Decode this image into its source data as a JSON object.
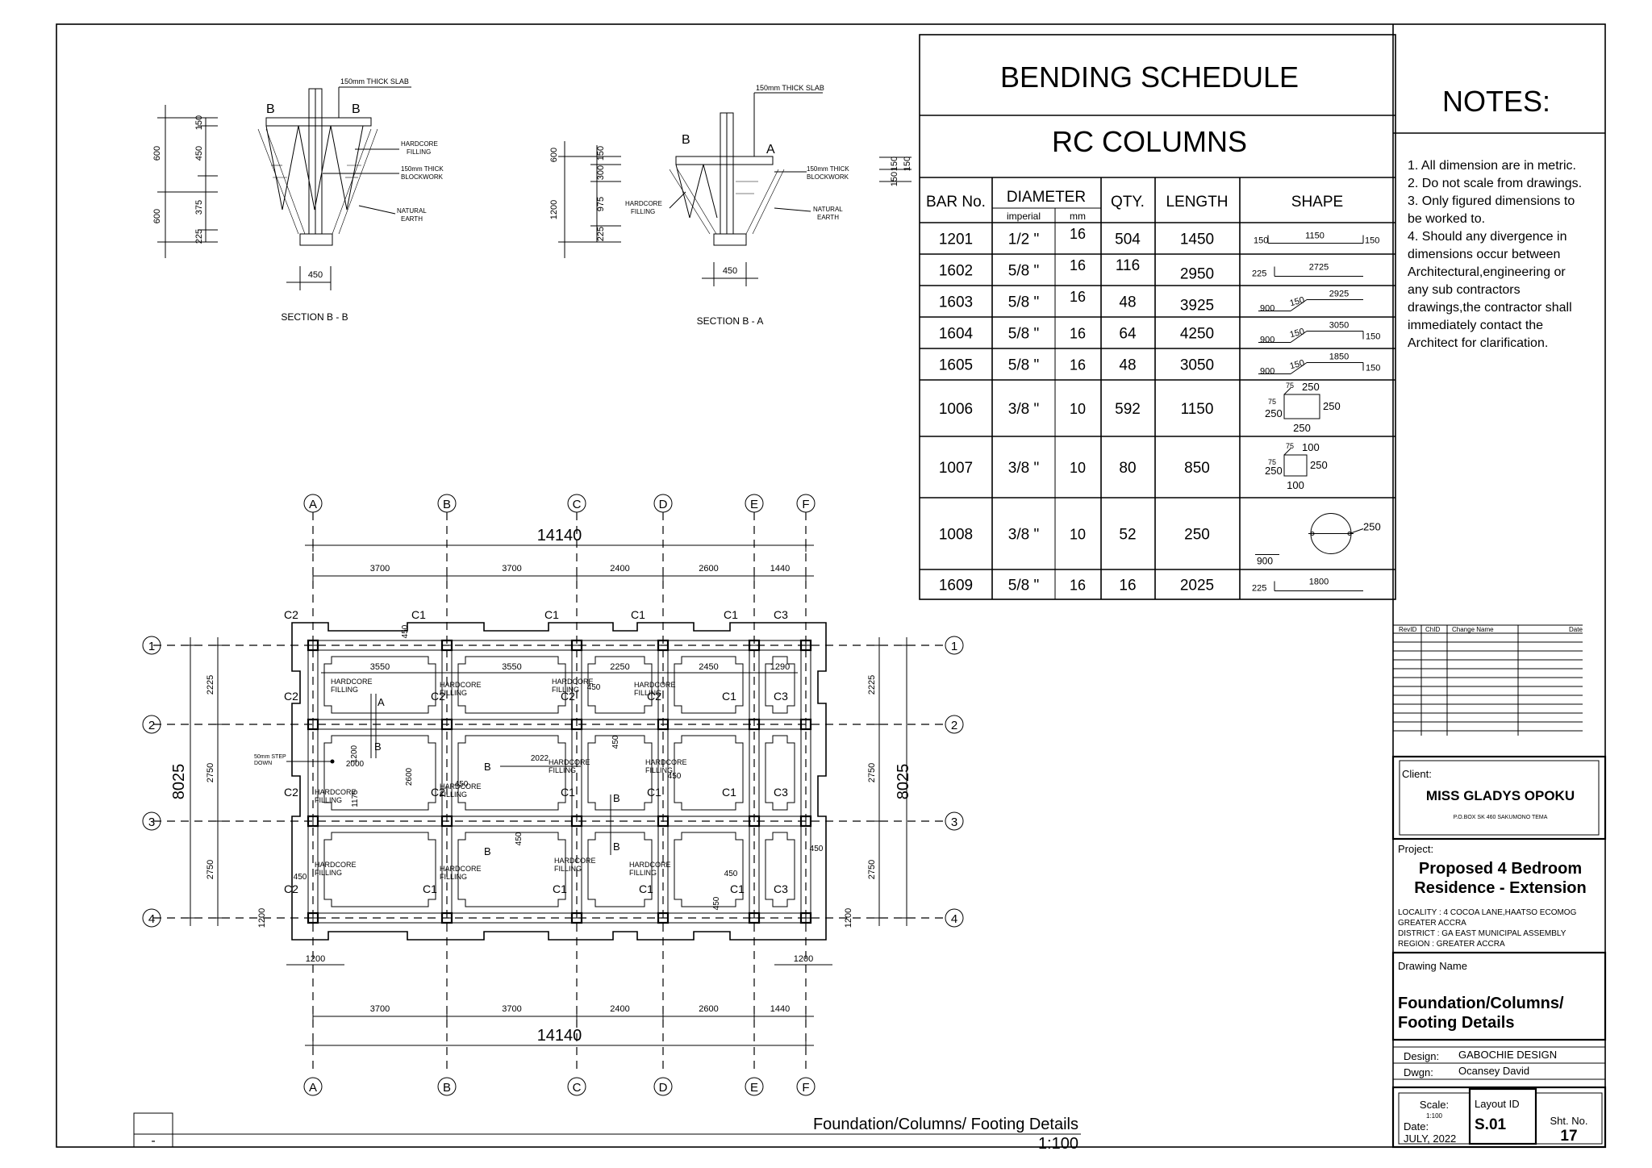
{
  "sections": {
    "bb": {
      "title": "SECTION  B - B",
      "labels": {
        "slab": "150mm THICK SLAB",
        "hardcore": [
          "HARDCORE",
          "FILLING"
        ],
        "blockwork": [
          "150mm THICK",
          "BLOCKWORK"
        ],
        "earth": [
          "NATURAL",
          "EARTH"
        ]
      },
      "dims": {
        "d600a": "600",
        "d600b": "600",
        "d150": "150",
        "d450": "450",
        "d375": "375",
        "d225": "225",
        "width": "450"
      },
      "markers": [
        "B",
        "B"
      ]
    },
    "ba": {
      "title": "SECTION  B - A",
      "labels": {
        "slab": "150mm THICK SLAB",
        "hardcore": [
          "HARDCORE",
          "FILLING"
        ],
        "blockwork": [
          "150mm THICK",
          "BLOCKWORK"
        ],
        "earth": [
          "NATURAL",
          "EARTH"
        ]
      },
      "dims": {
        "d600": "600",
        "d1200": "1200",
        "d150": "150",
        "d300": "300",
        "d975": "975",
        "d225": "225",
        "width": "450",
        "r150a": "150",
        "r150b": "150",
        "r150c": "150"
      },
      "markers": [
        "B",
        "A"
      ]
    }
  },
  "schedule": {
    "title": "BENDING  SCHEDULE",
    "subtitle": "RC  COLUMNS",
    "headers": {
      "bar_no": "BAR  No.",
      "diameter": "DIAMETER",
      "imperial": "imperial",
      "mm": "mm",
      "qty": "QTY.",
      "length": "LENGTH",
      "shape": "SHAPE"
    },
    "rows": [
      {
        "bar": "1201",
        "imperial": "1/2 \"",
        "mm": "16",
        "qty": "504",
        "length": "1450",
        "shape": "straight-hooks",
        "s": [
          "150",
          "1150",
          "150"
        ]
      },
      {
        "bar": "1602",
        "imperial": "5/8 \"",
        "mm": "16",
        "qty": "116",
        "length": "2950",
        "shape": "L",
        "s": [
          "225",
          "2725"
        ]
      },
      {
        "bar": "1603",
        "imperial": "5/8 \"",
        "mm": "16",
        "qty": "48",
        "length": "3925",
        "shape": "crank",
        "s": [
          "2925",
          "900",
          "150"
        ]
      },
      {
        "bar": "1604",
        "imperial": "5/8 \"",
        "mm": "16",
        "qty": "64",
        "length": "4250",
        "shape": "crank-hook",
        "s": [
          "3050",
          "900",
          "150",
          "150"
        ]
      },
      {
        "bar": "1605",
        "imperial": "5/8 \"",
        "mm": "16",
        "qty": "48",
        "length": "3050",
        "shape": "crank-hook",
        "s": [
          "1850",
          "900",
          "150",
          "150"
        ]
      },
      {
        "bar": "1006",
        "imperial": "3/8 \"",
        "mm": "10",
        "qty": "592",
        "length": "1150",
        "shape": "stirrup",
        "s": [
          "75",
          "250",
          "75",
          "250",
          "250",
          "250"
        ]
      },
      {
        "bar": "1007",
        "imperial": "3/8 \"",
        "mm": "10",
        "qty": "80",
        "length": "850",
        "shape": "stirrup",
        "s": [
          "75",
          "100",
          "75",
          "250",
          "250",
          "100"
        ]
      },
      {
        "bar": "1008",
        "imperial": "3/8 \"",
        "mm": "10",
        "qty": "52",
        "length": "250",
        "shape": "circle",
        "s": [
          "250",
          "900"
        ]
      },
      {
        "bar": "1609",
        "imperial": "5/8 \"",
        "mm": "16",
        "qty": "16",
        "length": "2025",
        "shape": "L",
        "s": [
          "225",
          "1800"
        ]
      }
    ]
  },
  "notes": {
    "title": "NOTES:",
    "lines": [
      "1. All dimension are in metric.",
      "2. Do not scale from drawings.",
      "3. Only figured dimensions to",
      "be worked to.",
      "4. Should any divergence in",
      "dimensions occur between",
      "Architectural,engineering or",
      "any sub contractors",
      "drawings,the contractor shall",
      "immediately contact the",
      "Architect for clarification."
    ]
  },
  "revisions": {
    "headers": [
      "RevID",
      "ChID",
      "Change Name",
      "Date"
    ]
  },
  "title_block": {
    "client_label": "Client:",
    "client_name": "MISS GLADYS OPOKU",
    "client_address": "P.O.BOX SK 460 SAKUMONO TEMA",
    "project_label": "Project:",
    "project_name_1": "Proposed 4 Bedroom",
    "project_name_2": "Residence - Extension",
    "locality": "LOCALITY :  4 COCOA LANE,HAATSO ECOMOG",
    "locality_2": "GREATER ACCRA",
    "district": "DISTRICT   : GA EAST MUNICIPAL ASSEMBLY",
    "region": "REGION    : GREATER ACCRA",
    "drawing_name_label": "Drawing Name",
    "drawing_name_1": "Foundation/Columns/",
    "drawing_name_2": "Footing Details",
    "design_label": "Design:",
    "design_value": "GABOCHIE DESIGN",
    "dwgn_label": "Dwgn:",
    "dwgn_value": "Ocansey David",
    "scale_label": "Scale:",
    "scale_value": "1:100",
    "date_label": "Date:",
    "date_value": "JULY, 2022",
    "layout_label": "Layout ID",
    "layout_value": "S.01",
    "sheet_label": "Sht. No.",
    "sheet_value": "17"
  },
  "plan": {
    "grid_cols": [
      "A",
      "B",
      "C",
      "D",
      "E",
      "F"
    ],
    "grid_rows": [
      "1",
      "2",
      "3",
      "4"
    ],
    "overall_width": "14140",
    "overall_depth": "8025",
    "bay_widths": [
      "3700",
      "3700",
      "2400",
      "2600",
      "1440"
    ],
    "inner_widths": [
      "3550",
      "3550",
      "2250",
      "2450",
      "1290"
    ],
    "row_spans": [
      "2225",
      "2750",
      "2750"
    ],
    "edge_1200": "1200",
    "col_types_row1": [
      "C2",
      "C1",
      "C1",
      "C1",
      "C1",
      "C3"
    ],
    "col_types_row2": [
      "C2",
      "C2",
      "C2",
      "C2",
      "C1",
      "C3"
    ],
    "col_types_row3": [
      "C2",
      "C2",
      "C1",
      "C1",
      "C1",
      "C3"
    ],
    "col_types_row4": [
      "C2",
      "C1",
      "C1",
      "C1",
      "C1",
      "C3"
    ],
    "hardcore": [
      "HARDCORE",
      "FILLING"
    ],
    "step_note": [
      "50mm STEP",
      "DOWN"
    ],
    "misc": {
      "d450": "450",
      "d2022": "2022",
      "d2600": "2600",
      "d2000": "2000",
      "d1200": "1200",
      "d1175": "1175",
      "sA": "A",
      "sB": "B"
    }
  },
  "footer": {
    "caption": "Foundation/Columns/ Footing Details",
    "scale": "1:100",
    "box_mark": "-"
  }
}
